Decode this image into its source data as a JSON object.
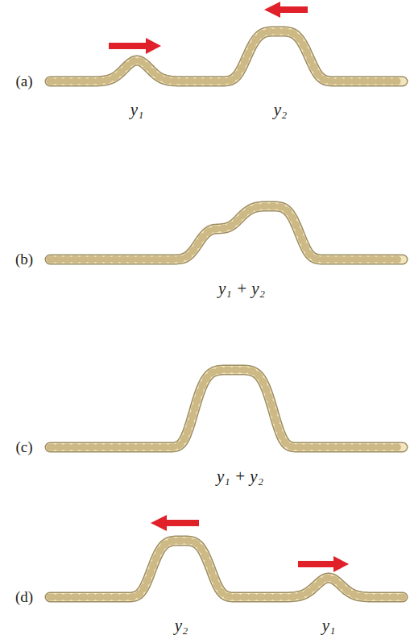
{
  "diagram": {
    "labels": [
      "(a)",
      "y₁",
      "y₂",
      "(b)",
      "y₁ + y₂",
      "(c)",
      "y₁ + y₂",
      "(d)",
      "y₂",
      "y₁"
    ]
  }
}
